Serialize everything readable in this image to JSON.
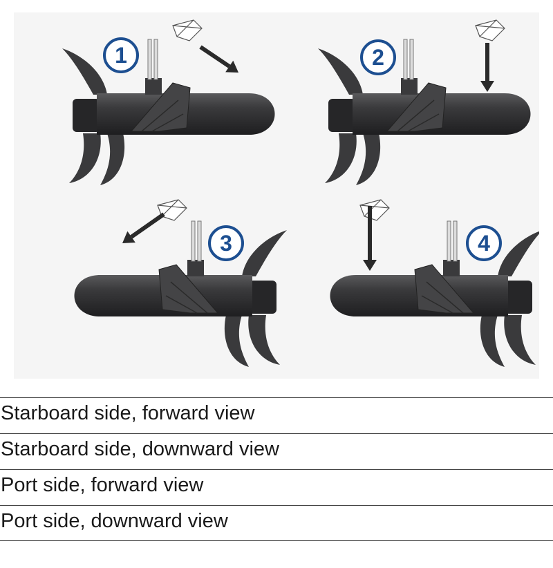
{
  "figure": {
    "panels": [
      {
        "number": "1",
        "arrow": "diagonal-forward",
        "mirrored": false
      },
      {
        "number": "2",
        "arrow": "downward",
        "mirrored": false
      },
      {
        "number": "3",
        "arrow": "diagonal-forward",
        "mirrored": true
      },
      {
        "number": "4",
        "arrow": "downward",
        "mirrored": true
      }
    ],
    "colors": {
      "badge": "#1d4f91",
      "motor": "#2e2e30",
      "fin": "#444446",
      "blade": "#3a3a3c",
      "arrow": "#2a2a2a"
    }
  },
  "table": {
    "rows": [
      {
        "label": "Starboard side, forward view"
      },
      {
        "label": "Starboard side, downward view"
      },
      {
        "label": "Port side, forward view"
      },
      {
        "label": "Port side, downward view"
      }
    ]
  }
}
